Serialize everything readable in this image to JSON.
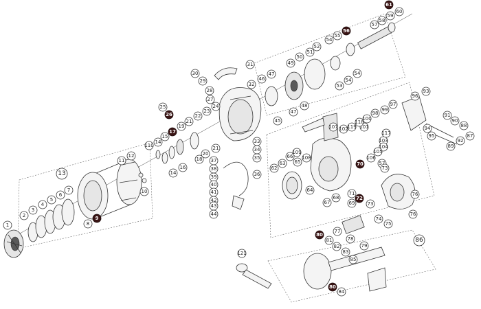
{
  "colors": {
    "highlight": "#3a1414",
    "line": "#333333",
    "background": "#ffffff"
  },
  "callouts": {
    "c1": "1",
    "c2": "2",
    "c3": "3",
    "c4": "4",
    "c5": "5",
    "c6": "6",
    "c7": "7",
    "c8": "8",
    "c9": "9",
    "c10": "10",
    "c11": "11",
    "c12": "12",
    "c13": "13",
    "c14a": "14",
    "c14b": "14",
    "c15": "15",
    "c16": "16",
    "c17": "17",
    "c18": "18",
    "c19": "19",
    "c20": "20",
    "c21a": "21",
    "c21b": "21",
    "c22": "22",
    "c23": "23",
    "c24": "24",
    "c25": "25",
    "c26": "26",
    "c27": "27",
    "c28": "28",
    "c29": "29",
    "c30": "30",
    "c31": "31",
    "c32": "32",
    "c33": "33",
    "c34": "34",
    "c35": "35",
    "c36": "36",
    "c37": "37",
    "c38": "38",
    "c39": "39",
    "c40": "40",
    "c41": "41",
    "c42": "42",
    "c43": "43",
    "c44": "44",
    "c45": "45",
    "c46": "46",
    "c47a": "47",
    "c47b": "47",
    "c48": "48",
    "c49": "49",
    "c50": "50",
    "c51": "51",
    "c52": "52",
    "c53": "53",
    "c54a": "54",
    "c54b": "54",
    "c54c": "54",
    "c55": "55",
    "c56": "56",
    "c57": "57",
    "c57b": "57",
    "c58": "58",
    "c59": "59",
    "c60": "60",
    "c61": "61",
    "c62": "62",
    "c63": "63",
    "c64": "64",
    "c65": "65",
    "c66": "66",
    "c67": "67",
    "c68": "68",
    "c69": "69",
    "c70": "70",
    "c71": "71",
    "c72": "72",
    "c73a": "73",
    "c73b": "73",
    "c74": "74",
    "c75": "75",
    "c76a": "76",
    "c76b": "76",
    "c77": "77",
    "c78": "78",
    "c79": "79",
    "c80a": "80",
    "c80b": "80",
    "c81": "81",
    "c82": "82",
    "c83": "83",
    "c84": "84",
    "c85": "85",
    "c86": "86",
    "c87": "87",
    "c88": "88",
    "c89": "89",
    "c90": "90",
    "c91": "91",
    "c92": "92",
    "c93": "93",
    "c94": "94",
    "c95": "95",
    "c96": "96",
    "c97": "97",
    "c98": "98",
    "c99": "99",
    "c100": "100",
    "c101": "101",
    "c102": "102",
    "c103": "103",
    "c104": "104",
    "c105": "105",
    "c106": "106",
    "c107": "107",
    "c108": "108",
    "c109": "109",
    "c110": "110",
    "c117": "117",
    "c118": "118",
    "c119": "119",
    "c121": "121"
  }
}
